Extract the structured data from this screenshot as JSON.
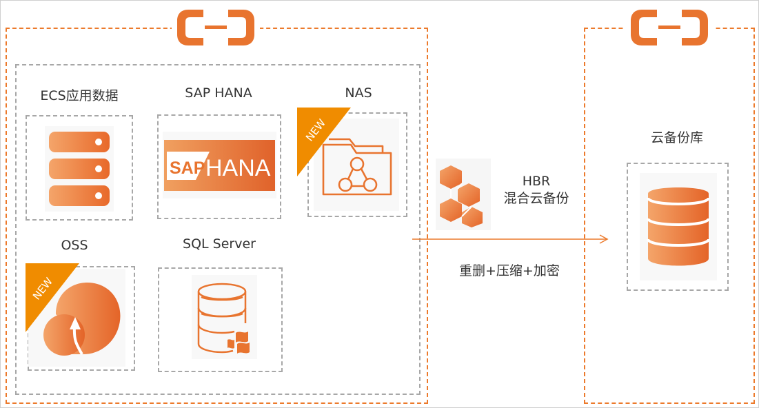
{
  "source_region": {
    "workloads": [
      {
        "id": "ecs",
        "label": "ECS应用数据",
        "icon": "server-stack-icon"
      },
      {
        "id": "sap",
        "label": "SAP HANA",
        "icon": "sap-hana-logo",
        "logo_text_sap": "SAP",
        "logo_text_hana": "HANA"
      },
      {
        "id": "nas",
        "label": "NAS",
        "icon": "nas-folder-share-icon",
        "badge": "NEW"
      },
      {
        "id": "oss",
        "label": "OSS",
        "icon": "oss-cloud-upload-icon",
        "badge": "NEW"
      },
      {
        "id": "sql",
        "label": "SQL Server",
        "icon": "sql-server-database-icon"
      }
    ],
    "logo": "alibaba-cloud-logo"
  },
  "hbr": {
    "title": "HBR",
    "subtitle": "混合云备份",
    "icon": "hbr-cubes-icon",
    "process_label": "重删+压缩+加密"
  },
  "target_region": {
    "label": "云备份库",
    "icon": "backup-vault-database-icon",
    "logo": "alibaba-cloud-logo"
  },
  "colors": {
    "accent": "#ec7a2c",
    "accent_light": "#f2a060",
    "dash_grey": "#a7a7a7",
    "badge": "#f08c00"
  }
}
